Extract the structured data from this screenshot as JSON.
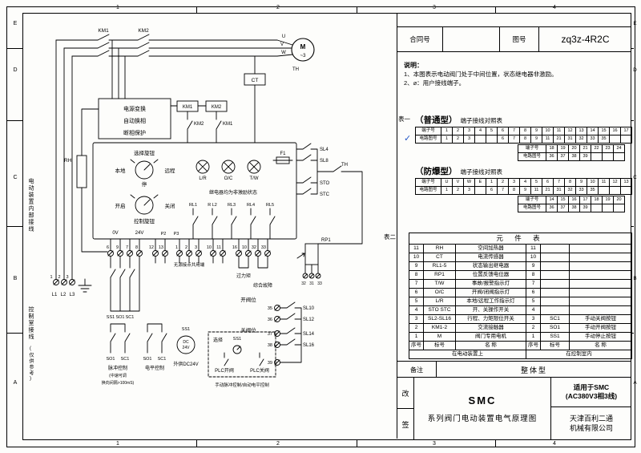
{
  "frame": {
    "top_zones": [
      "1",
      "2",
      "3",
      "4"
    ],
    "bottom_zones": [
      "1",
      "2",
      "3",
      "4"
    ],
    "left_zones": [
      "E",
      "D",
      "C",
      "B",
      "A"
    ],
    "right_zones": [
      "E",
      "D",
      "C",
      "B",
      "A"
    ]
  },
  "header": {
    "contract_label": "合同号",
    "drawing_label": "图号",
    "drawing_no": "zq3z-4R2C"
  },
  "notes": {
    "title": "说明：",
    "line1": "1、本图表示电动阀门处于中间位置，状态继电器非激励。",
    "line2": "2、⌀：用户接线端子。"
  },
  "table1": {
    "tag": "表一",
    "check": "✓",
    "check_color": "#2356c7",
    "ordinary_title": "（普通型）",
    "ordinary_sub": "端子接线对照表",
    "ex_title": "（防爆型）",
    "ex_sub": "端子接线对照表",
    "row_label_terminal": "端子号",
    "row_label_circuit": "电路图号",
    "ordinary": {
      "terminals1": [
        "1",
        "2",
        "3",
        "4",
        "5",
        "6",
        "7",
        "8",
        "9",
        "10",
        "11",
        "12",
        "13",
        "14",
        "15",
        "16",
        "17"
      ],
      "circuits1": [
        "1",
        "2",
        "3",
        "",
        "",
        "6",
        "7",
        "8",
        "9",
        "11",
        "21",
        "31",
        "32",
        "33",
        "35",
        "",
        ""
      ],
      "terminals2": [
        "18",
        "19",
        "20",
        "21",
        "22",
        "23",
        "24"
      ],
      "circuits2": [
        "36",
        "37",
        "38",
        "39",
        "",
        "",
        ""
      ]
    },
    "explosion": {
      "terminals1": [
        "U",
        "V",
        "W",
        "E",
        "1",
        "2",
        "3",
        "4",
        "5",
        "6",
        "7",
        "8",
        "9",
        "10",
        "11",
        "12",
        "13"
      ],
      "circuits1": [
        "1",
        "2",
        "3",
        "",
        "6",
        "7",
        "8",
        "9",
        "11",
        "21",
        "31",
        "32",
        "33",
        "35",
        "",
        "",
        ""
      ],
      "terminals2": [
        "14",
        "15",
        "16",
        "17",
        "18",
        "19",
        "20"
      ],
      "circuits2": [
        "36",
        "37",
        "38",
        "39",
        "",
        "",
        ""
      ]
    }
  },
  "table2": {
    "tag": "表二",
    "title": "元 件 表",
    "rows": [
      [
        "11",
        "RH",
        "空间加热器",
        "11",
        "",
        ""
      ],
      [
        "10",
        "CT",
        "电流传感器",
        "10",
        "",
        ""
      ],
      [
        "9",
        "RL1-5",
        "状态输出继电器",
        "9",
        "",
        ""
      ],
      [
        "8",
        "RP1",
        "位置反馈电位器",
        "8",
        "",
        ""
      ],
      [
        "7",
        "T/W",
        "事故/报警指示灯",
        "7",
        "",
        ""
      ],
      [
        "6",
        "O/C",
        "开阀/闭阀指示灯",
        "6",
        "",
        ""
      ],
      [
        "5",
        "L/R",
        "本地/远程工作指示灯",
        "5",
        "",
        ""
      ],
      [
        "4",
        "STO STC",
        "开、关操作开关",
        "4",
        "",
        ""
      ],
      [
        "3",
        "SL2-SL16",
        "行程、力矩限位开关",
        "3",
        "SC1",
        "手动关阀按钮"
      ],
      [
        "2",
        "KM1-2",
        "交流接触器",
        "2",
        "SO1",
        "手动开阀按钮"
      ],
      [
        "1",
        "M",
        "阀门专用电机",
        "1",
        "SS1",
        "手动停止按钮"
      ]
    ],
    "header": [
      "序号",
      "标号",
      "名  称",
      "序号",
      "标号",
      "名  称"
    ],
    "footer_left": "在电动装置上",
    "footer_right": "在控制室内"
  },
  "remark": {
    "label": "备注",
    "value": "整体型"
  },
  "titleblock": {
    "rev_top": "改",
    "rev_bottom": "签",
    "product": "SMC",
    "product_desc": "系列阀门电动装置电气原理图",
    "app1": "适用于SMC",
    "app2": "(AC380V3相3线)",
    "company1": "天津百利二通",
    "company2": "机械有限公司"
  },
  "sch": {
    "km1": "KM1",
    "km2": "KM2",
    "u": "U",
    "v": "V",
    "w": "W",
    "motor": "M",
    "motor_phase": "~3",
    "motor_th": "TH",
    "ct": "CT",
    "pwr1": "电源变换",
    "pwr2": "自动换相",
    "pwr3": "断相保护",
    "coil1": "KM1",
    "coil2": "KM2",
    "ilk1": "KM2",
    "ilk2": "KM1",
    "rh": "RH",
    "sel_knob": "选择旋钮",
    "local": "本地",
    "remote": "远程",
    "stop": "停",
    "lamp1": "L/R",
    "lamp2": "O/C",
    "lamp3": "T/W",
    "f1": "F1",
    "open": "开启",
    "close": "关闭",
    "ctrl_knob": "控制旋钮",
    "relay_note": "继电器均为非激励状态",
    "rl1": "RL1",
    "rl2": "R L2",
    "rl3": "RL3",
    "rl4": "RL4",
    "rl5": "RL5",
    "v0": "0V",
    "v24": "24V",
    "p2": "P2",
    "p3": "P3",
    "terms": [
      "6",
      "9",
      "7",
      "8",
      "12",
      "13",
      "1",
      "2",
      "3",
      "10",
      "11",
      "16",
      "10",
      "32",
      "33"
    ],
    "common": "无源接点共用端",
    "torque": "过力矩",
    "fault": "综合故障",
    "l_nums": [
      "1",
      "2",
      "3"
    ],
    "l1": "L1",
    "l2": "L2",
    "l3": "L3",
    "g1": [
      "SS1",
      "SO1",
      "SC1"
    ],
    "g2": [
      "SO1",
      "SC1"
    ],
    "g3": [
      "SO1",
      "SC1"
    ],
    "pulse1": "脉冲控制",
    "pulse2": "(中速可调",
    "pulse3": "换向间隔>100mS)",
    "level": "电平控制",
    "dc1": "DC",
    "dc2": "24V",
    "ss1b": "SS1",
    "ext24": "外供DC24V",
    "sel2": "选择",
    "ss1c": "SS1",
    "plc_open": "PLC开阀",
    "plc_close": "PLC关阀",
    "plc_note": "手动脉冲控制/自动电平控制",
    "open_pos": "开阀位",
    "close_pos": "关阀位",
    "sl4": "SL4",
    "sl8": "SL8",
    "sto": "STO",
    "stc": "STC",
    "th2": "TH",
    "sl10": "SL10",
    "sl12": "SL12",
    "sl14": "SL14",
    "sl16": "SL16",
    "pos_nums": [
      "35",
      "36",
      "37",
      "38",
      "39"
    ],
    "rp1": "RP1",
    "rp_nums": [
      "32",
      "31",
      "33"
    ],
    "inner_label": "电动装置内部接线",
    "room_label": "控制室接线",
    "room_label2": "(仅供参考)"
  }
}
